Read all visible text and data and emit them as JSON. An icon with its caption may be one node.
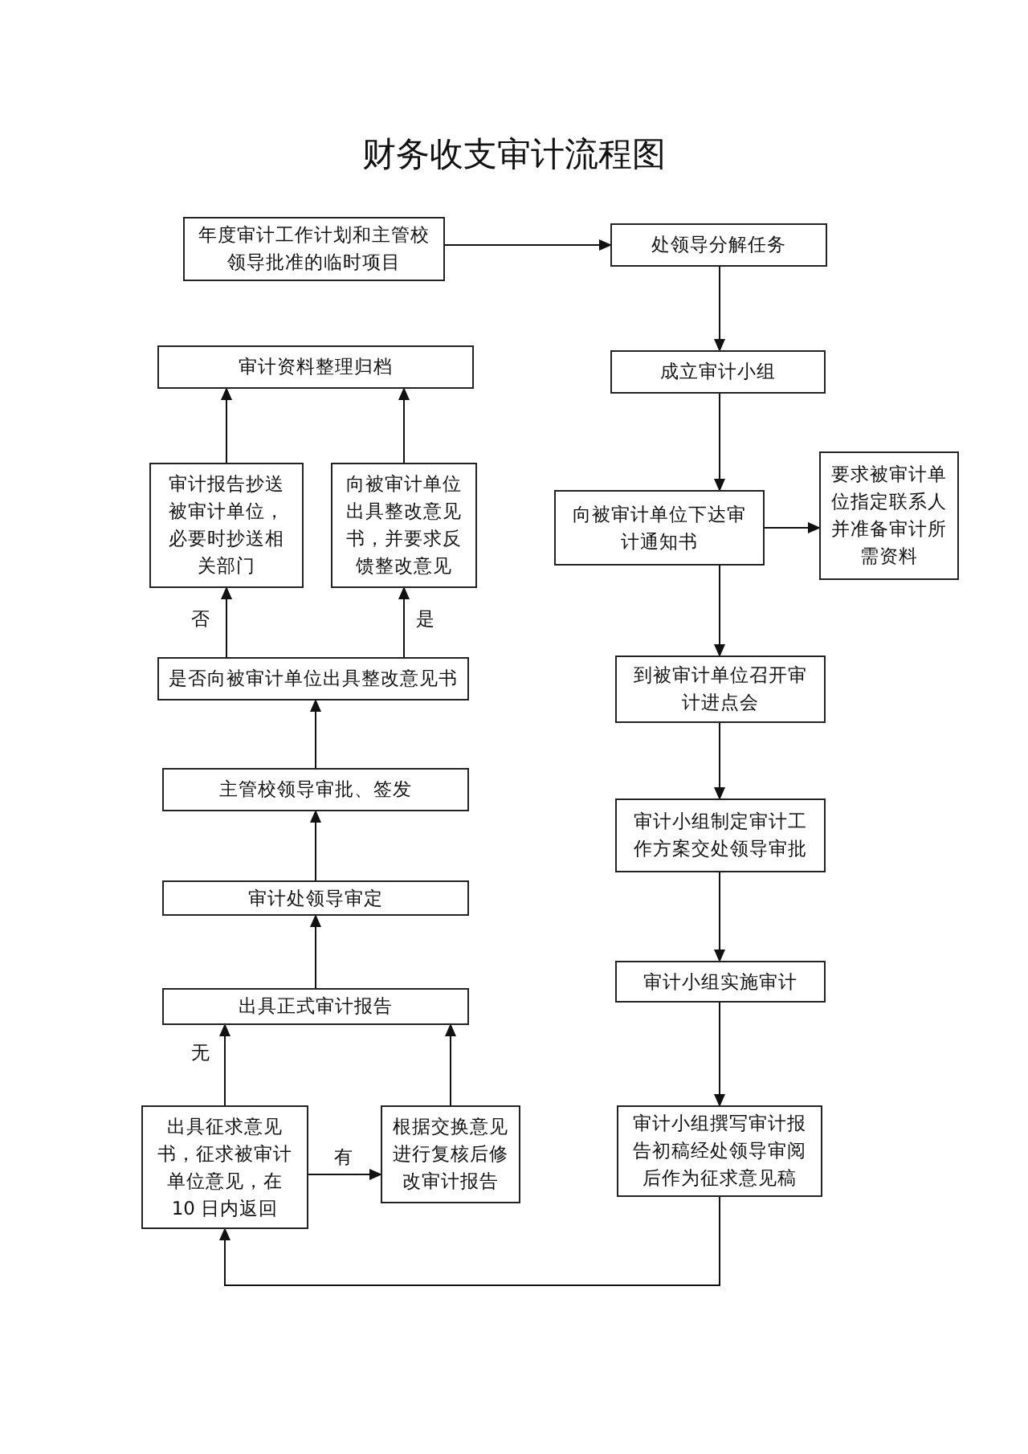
{
  "diagram": {
    "title": "财务收支审计流程图",
    "nodes": [
      {
        "text": [
          "年度审计工作计划和主管校领导批准的临时项目"
        ]
      },
      {
        "text": [
          "处领导分解任务"
        ]
      },
      {
        "text": [
          "成立审计小组"
        ]
      },
      {
        "text": [
          "向被审计单位下达审计通知书"
        ]
      },
      {
        "text": [
          "要求被审计单位指定联系人并准备审计所需资料"
        ]
      },
      {
        "text": [
          "到被审计单位召开审计进点会"
        ]
      },
      {
        "text": [
          "审计小组制定审计工作方案交处领导审批"
        ]
      },
      {
        "text": [
          "审计小组实施审计"
        ]
      },
      {
        "text": [
          "审计小组撰写审计报告初稿经处领导审阅后作为征求意见稿"
        ]
      },
      {
        "text": [
          "出具征求意见书，征求被审计单位意见，在 10 日内返回"
        ]
      },
      {
        "text": [
          "根据交换意见进行复核后修改审计报告"
        ]
      },
      {
        "text": [
          "出具正式审计报告"
        ]
      },
      {
        "text": [
          "审计处领导审定"
        ]
      },
      {
        "text": [
          "主管校领导审批、签发"
        ]
      },
      {
        "text": [
          "是否向被审计单位出具整改意见书"
        ]
      },
      {
        "text": [
          "审计报告抄送被审计单位，必要时抄送相关部门"
        ]
      },
      {
        "text": [
          "向被审计单位出具整改意见书，并要求反馈整改意见"
        ]
      },
      {
        "text": [
          "审计资料整理归档"
        ]
      }
    ],
    "edges": [
      {
        "from": 0,
        "to": 1,
        "arrow": "to"
      },
      {
        "from": 1,
        "to": 2,
        "arrow": "to"
      },
      {
        "from": 2,
        "to": 3,
        "arrow": "to"
      },
      {
        "from": 3,
        "to": 4,
        "arrow": "to"
      },
      {
        "from": 3,
        "to": 5,
        "arrow": "to"
      },
      {
        "from": 5,
        "to": 6,
        "arrow": "to"
      },
      {
        "from": 6,
        "to": 7,
        "arrow": "to"
      },
      {
        "from": 7,
        "to": 8,
        "arrow": "to"
      },
      {
        "from": 8,
        "to": 9,
        "arrow": "to"
      },
      {
        "from": 9,
        "to": 10,
        "arrow": "to",
        "label": "有"
      },
      {
        "from": 9,
        "to": 11,
        "arrow": "to",
        "label": "无"
      },
      {
        "from": 10,
        "to": 11,
        "arrow": "to"
      },
      {
        "from": 11,
        "to": 12,
        "arrow": "to"
      },
      {
        "from": 12,
        "to": 13,
        "arrow": "to"
      },
      {
        "from": 13,
        "to": 14,
        "arrow": "to"
      },
      {
        "from": 14,
        "to": 15,
        "arrow": "to",
        "label": "否"
      },
      {
        "from": 14,
        "to": 16,
        "arrow": "to",
        "label": "是"
      },
      {
        "from": 15,
        "to": 17,
        "arrow": "to"
      },
      {
        "from": 16,
        "to": 17,
        "arrow": "to"
      }
    ]
  }
}
